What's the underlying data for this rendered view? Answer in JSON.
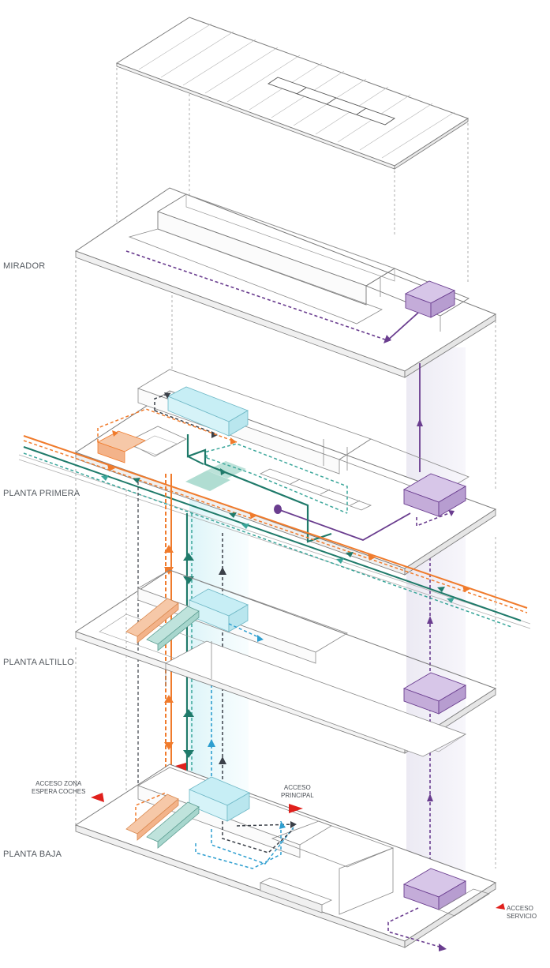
{
  "floors": {
    "mirador": "MIRADOR",
    "planta_primera": "PLANTA PRIMERA",
    "planta_altillo": "PLANTA ALTILLO",
    "planta_baja": "PLANTA BAJA"
  },
  "annotations": {
    "acceso_zona_line1": "ACCESO ZONA",
    "acceso_zona_line2": "ESPERA COCHES",
    "acceso_principal_line1": "ACCESO",
    "acceso_principal_line2": "PRINCIPAL",
    "acceso_servicio_line1": "ACCESO",
    "acceso_servicio_line2": "SERVICIO"
  },
  "colors": {
    "slab_stroke": "#6f6f6f",
    "purple": "#6a3d8f",
    "purple_fill": "#cdb8e0",
    "teal": "#1f7a6a",
    "teal_light": "#3aa69a",
    "orange": "#f07b2c",
    "orange_fill": "#f6c8a8",
    "blue": "#2f9fd0",
    "cyan_fill": "#c8eef5",
    "dark_dash": "#3b4048",
    "red_arrow": "#e0201c"
  }
}
